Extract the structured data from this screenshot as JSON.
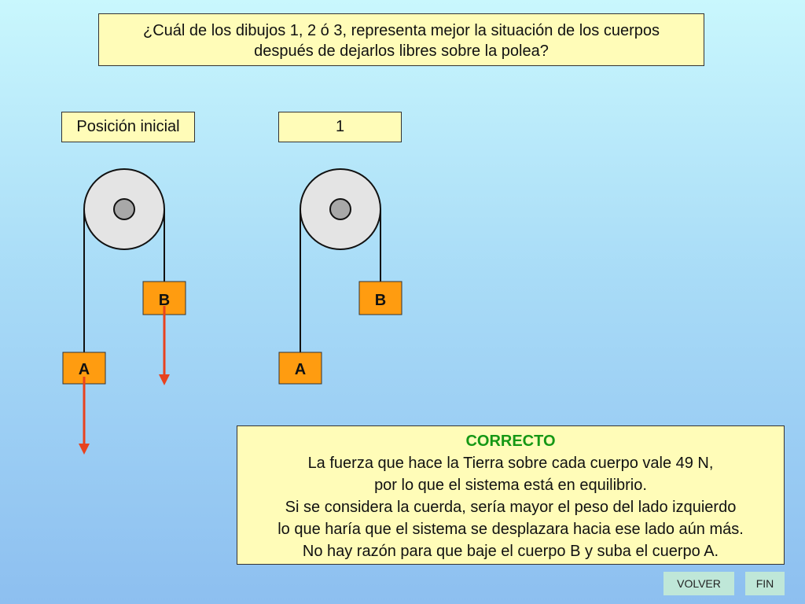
{
  "question": {
    "line1": "¿Cuál de los dibujos 1, 2 ó 3, representa mejor la situación de los cuerpos",
    "line2": "después de dejarlos libres sobre la polea?"
  },
  "panels": {
    "initial_label": "Posición inicial",
    "option_label": "1"
  },
  "bodies": {
    "a_label": "A",
    "b_label": "B"
  },
  "feedback": {
    "status": "CORRECTO",
    "lines": [
      "La fuerza que hace la Tierra sobre cada cuerpo vale 49 N,",
      "por lo que el sistema está en equilibrio.",
      "Si se considera la cuerda, sería mayor el peso del lado izquierdo",
      "lo que haría que el sistema se desplazara hacia ese lado aún más.",
      "No hay razón para que baje el cuerpo B y suba el cuerpo A."
    ]
  },
  "nav": {
    "back_label": "VOLVER",
    "end_label": "FIN"
  },
  "colors": {
    "box_fill": "#fffcb8",
    "block_fill": "#ff9c10",
    "arrow": "#e8421e",
    "pulley_fill": "#e4e4e4",
    "axle_fill": "#a8a8a8",
    "status_green": "#159815",
    "button_fill": "#bfe7d8"
  }
}
